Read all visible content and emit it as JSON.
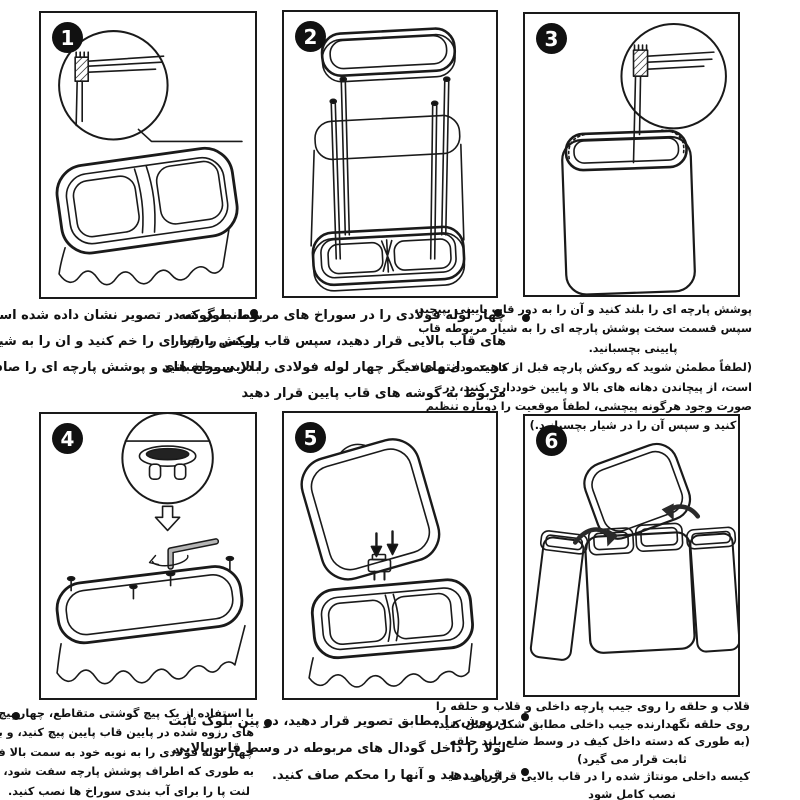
{
  "colors": {
    "ink": "#1a1a1a",
    "paper": "#ffffff"
  },
  "steps": [
    {
      "number": "1",
      "illustration": "top-frame-with-fabric-cover-corner-zoom",
      "bullets": [
        {
          "text": "همانطور که در تصویر نشان داده شده است لبه سخت\nروکش پارچه ای را خم کنید و ان را به شیار مربوطه قاب\nبالایی بچسبانید و پوشش پارچه ای را صاف کنید"
        }
      ]
    },
    {
      "number": "2",
      "illustration": "exploded-view-top-frame-four-steel-tubes-bottom-frame",
      "bullets": [
        {
          "text": "چهار لوله فولادی را در سوراخ های مربوط به گوشه\nهای قاب بالایی قرار دهید، سپس قاب پایینی را قرار\nدهید و انتهای دیگر چهار لوله فولادی را در سوراخ های\nمربوط به گوشه های قاب پایین قرار دهید"
        }
      ]
    },
    {
      "number": "3",
      "illustration": "fabric-wrapped-body-corner-zoom",
      "bullets": [
        {
          "text": "پوشش پارچه ای را بلند کنید و آن را به دور قاب پایینی بپیچید،\nسپس قسمت سخت پوشش پارچه ای را به شیار مربوطه قاب\nپایینی بچسبانید.\n(لطفاً مطمئن شوید که روکش پارچه قبل از کار عمودی و صاف\nاست، از پیچاندن دهانه های بالا و پایین خودداری کنید، در\nصورت وجود هرگونه پیچشی، لطفاً موقعیت را دوباره تنظیم\nکنید و سپس آن را در شیار بچسبانید.)"
        }
      ]
    },
    {
      "number": "4",
      "illustration": "screwing-frame-with-allen-key-foot-pad-zoom",
      "bullets": [
        {
          "text": "با استفاده از یک پیچ گوشتی متقاطع، چهار پیچ را به سوراخ\nهای رزوه شده در پایین قاب پایین پیچ کنید، و به آرامی\nچهار لوله فولادی را به نوبه خود به سمت بالا فشار دهید،\nبه طوری که اطراف پوشش پارچه سفت شود، و سپس چهار\nلنت پا را برای آب بندی سوراخ ها نصب کنید."
        }
      ]
    },
    {
      "number": "5",
      "illustration": "lid-hinge-pins-into-top-frame",
      "bullets": [
        {
          "text": "درپوش را مطابق تصویر قرار دهید، دو پین بلوک ثابت\nلولا را داخل گودال های مربوطه در وسط قاب بالایی\nقرار دهید و آنها را محکم صاف کنید."
        }
      ]
    },
    {
      "number": "6",
      "illustration": "inner-liner-bags-into-double-hamper",
      "bullets": [
        {
          "text": "قلاب و حلقه را روی جیب پارچه داخلی و قلاب و حلقه را\nروی حلقه نگهدارنده جیب داخلی مطابق شکل وصل کنید.\n(به طوری که دسته داخل کیف در وسط ضلع بلند حلقه\nثابت قرار می گیرد)"
        },
        {
          "text": "کیسه داخلی مونتاژ شده را در قاب بالایی قرار دهید تا\nنصب کامل شود"
        }
      ]
    }
  ]
}
